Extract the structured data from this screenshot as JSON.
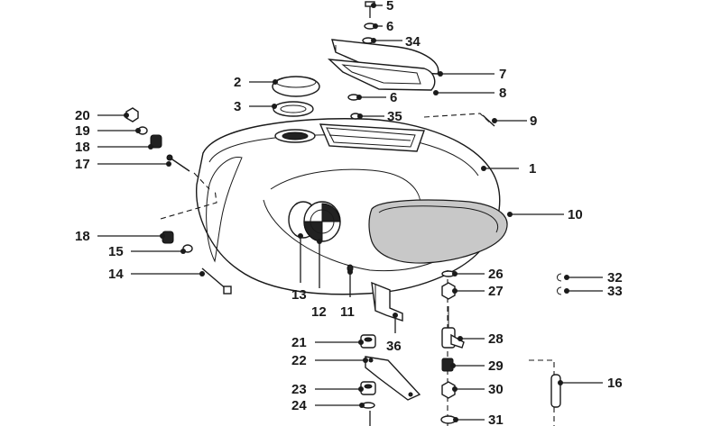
{
  "callouts": [
    {
      "id": "1",
      "label": "1"
    },
    {
      "id": "2",
      "label": "2"
    },
    {
      "id": "3",
      "label": "3"
    },
    {
      "id": "5",
      "label": "5"
    },
    {
      "id": "6a",
      "label": "6"
    },
    {
      "id": "6b",
      "label": "6"
    },
    {
      "id": "7",
      "label": "7"
    },
    {
      "id": "8",
      "label": "8"
    },
    {
      "id": "9",
      "label": "9"
    },
    {
      "id": "10",
      "label": "10"
    },
    {
      "id": "11",
      "label": "11"
    },
    {
      "id": "12",
      "label": "12"
    },
    {
      "id": "13",
      "label": "13"
    },
    {
      "id": "14",
      "label": "14"
    },
    {
      "id": "15",
      "label": "15"
    },
    {
      "id": "16",
      "label": "16"
    },
    {
      "id": "17",
      "label": "17"
    },
    {
      "id": "18a",
      "label": "18"
    },
    {
      "id": "18b",
      "label": "18"
    },
    {
      "id": "19",
      "label": "19"
    },
    {
      "id": "20",
      "label": "20"
    },
    {
      "id": "21",
      "label": "21"
    },
    {
      "id": "22",
      "label": "22"
    },
    {
      "id": "23",
      "label": "23"
    },
    {
      "id": "24",
      "label": "24"
    },
    {
      "id": "26",
      "label": "26"
    },
    {
      "id": "27",
      "label": "27"
    },
    {
      "id": "28",
      "label": "28"
    },
    {
      "id": "29",
      "label": "29"
    },
    {
      "id": "30",
      "label": "30"
    },
    {
      "id": "31",
      "label": "31"
    },
    {
      "id": "32",
      "label": "32"
    },
    {
      "id": "33",
      "label": "33"
    },
    {
      "id": "34",
      "label": "34"
    },
    {
      "id": "35",
      "label": "35"
    },
    {
      "id": "36",
      "label": "36"
    }
  ]
}
